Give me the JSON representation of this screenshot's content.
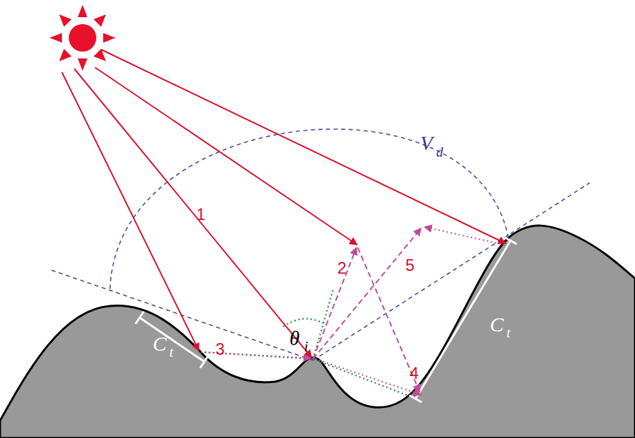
{
  "diagram": {
    "labels": [
      "1",
      "2",
      "3",
      "4",
      "5",
      "V",
      "d",
      "θ",
      "i",
      "C",
      "t",
      "C",
      "t"
    ]
  }
}
